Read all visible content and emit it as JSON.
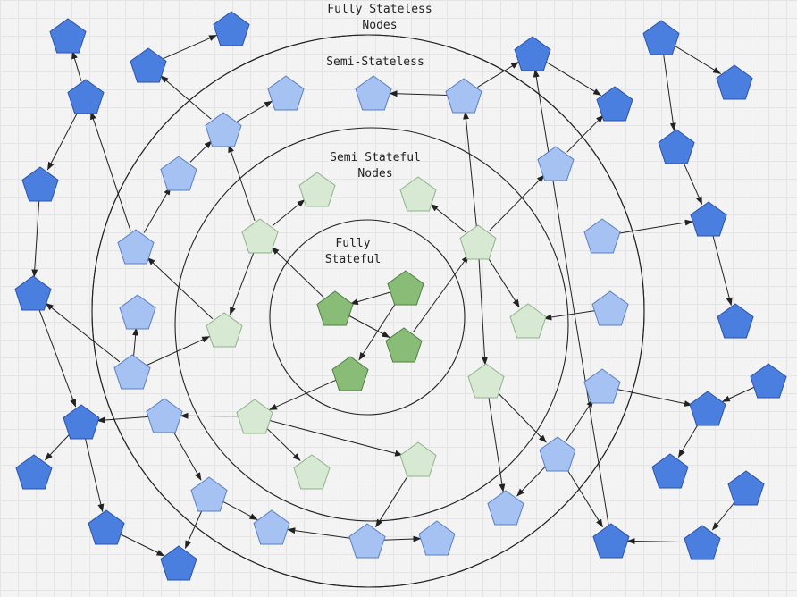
{
  "labels": {
    "fully_stateless": "Fully Stateless\nNodes",
    "semi_stateless": "Semi-Stateless",
    "semi_stateful": "Semi Stateful\nNodes",
    "fully_stateful": "Fully\nStateful"
  },
  "colors": {
    "fully_stateless_fill": "#4a7fe0",
    "fully_stateless_stroke": "#2a52a6",
    "semi_stateless_fill": "#a6c2f2",
    "semi_stateless_stroke": "#5a7fbf",
    "semi_stateful_fill": "#d7e9d3",
    "semi_stateful_stroke": "#8db389",
    "fully_stateful_fill": "#89bd77",
    "fully_stateful_stroke": "#4f7d42",
    "line": "#222222"
  },
  "node_types": [
    "fully-stateless",
    "semi-stateless",
    "semi-stateful",
    "fully-stateful"
  ],
  "node_count": 57,
  "edge_count": 57
}
